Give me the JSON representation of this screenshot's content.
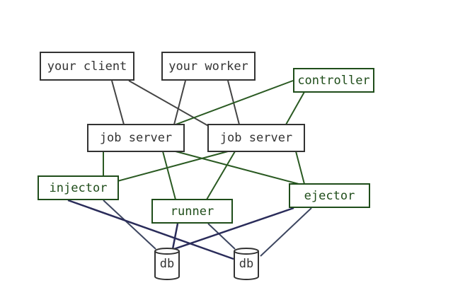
{
  "diagram": {
    "nodes": {
      "client": "your client",
      "worker": "your worker",
      "controller": "controller",
      "jobserver1": "job server",
      "jobserver2": "job server",
      "injector": "injector",
      "runner": "runner",
      "ejector": "ejector",
      "db1": "db",
      "db2": "db"
    },
    "colors": {
      "black_edge": "#444444",
      "green_edge": "#2a5a22",
      "navy_edge": "#2a2c5a",
      "slate_edge": "#3d4660"
    }
  }
}
